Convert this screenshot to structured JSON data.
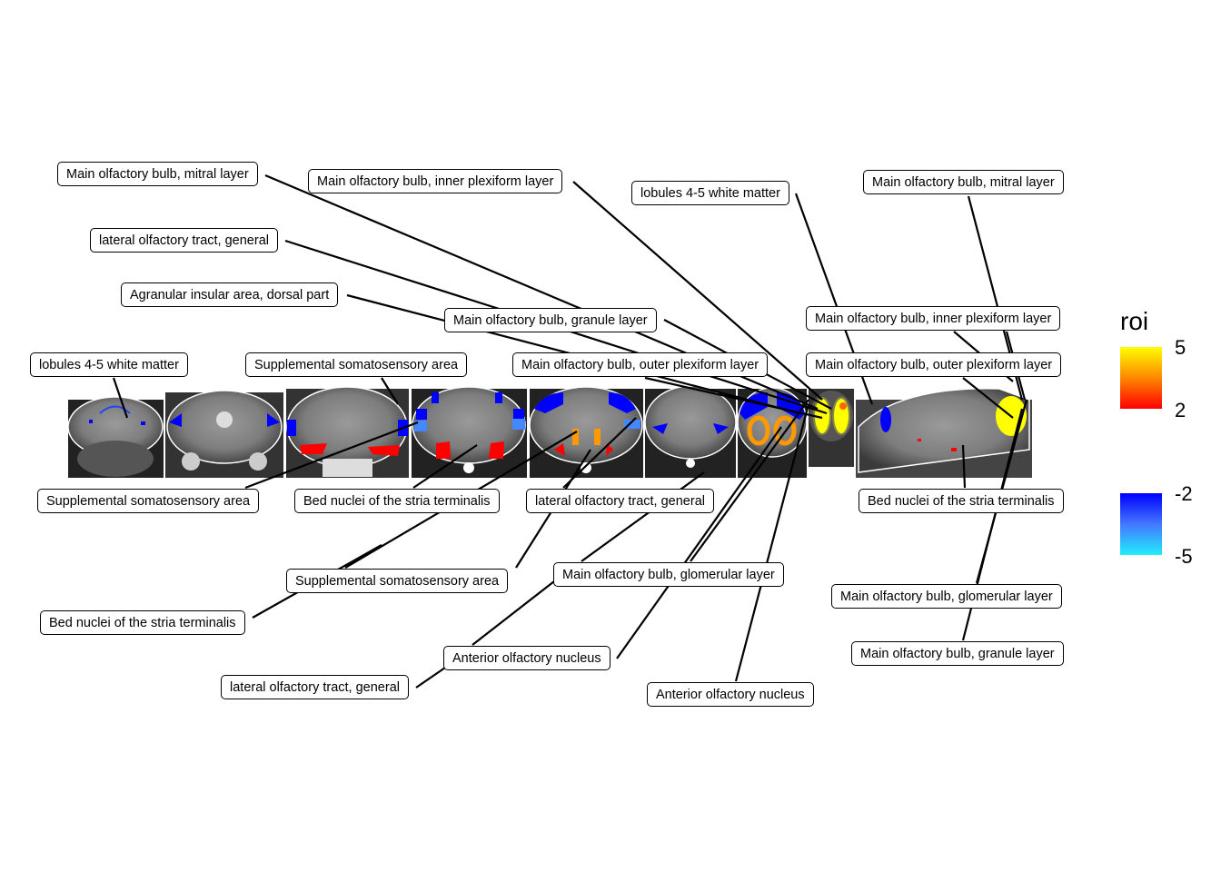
{
  "labels": {
    "l1": "Main olfactory bulb, mitral layer",
    "l2": "Main olfactory bulb, inner plexiform layer",
    "l3": "lobules 4-5 white matter",
    "l4": "Main olfactory bulb, mitral layer",
    "l5": "lateral olfactory tract, general",
    "l6": "Agranular insular area, dorsal part",
    "l7": "Main olfactory bulb, granule layer",
    "l8": "Main olfactory bulb, inner plexiform layer",
    "l9": "lobules 4-5 white matter",
    "l10": "Supplemental somatosensory area",
    "l11": "Main olfactory bulb, outer plexiform layer",
    "l12": "Main olfactory bulb, outer plexiform layer",
    "l13": "Supplemental somatosensory area",
    "l14": "Bed nuclei of the stria terminalis",
    "l15": "lateral olfactory tract, general",
    "l16": "Bed nuclei of the stria terminalis",
    "l17": "Supplemental somatosensory area",
    "l18": "Main olfactory bulb, glomerular layer",
    "l19": "Bed nuclei of the stria terminalis",
    "l20": "Main olfactory bulb, glomerular layer",
    "l21": "Main olfactory bulb, granule layer",
    "l22": "Anterior olfactory nucleus",
    "l23": "lateral olfactory tract, general",
    "l24": "Anterior olfactory nucleus"
  },
  "legend": {
    "title": "roi",
    "positive": {
      "max": "5",
      "min": "2",
      "colors": [
        "#ffff00",
        "#ff0000"
      ]
    },
    "negative": {
      "max": "-2",
      "min": "-5",
      "colors": [
        "#0000ff",
        "#22eeff"
      ]
    }
  }
}
